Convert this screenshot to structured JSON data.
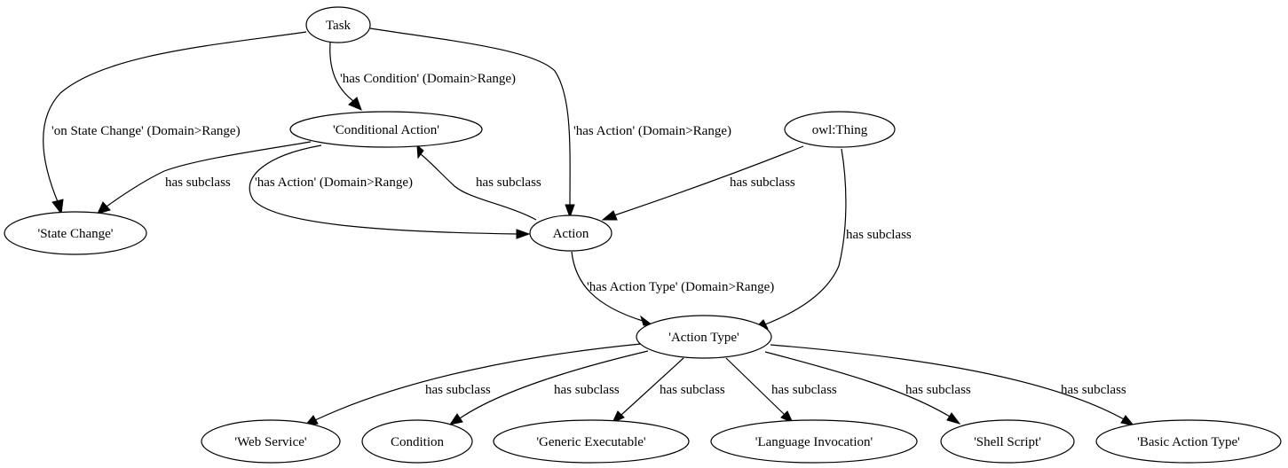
{
  "nodes": {
    "task": "Task",
    "conditional_action": "'Conditional Action'",
    "owl_thing": "owl:Thing",
    "state_change": "'State Change'",
    "action": "Action",
    "action_type": "'Action Type'",
    "web_service": "'Web Service'",
    "condition": "Condition",
    "generic_executable": "'Generic Executable'",
    "language_invocation": "'Language Invocation'",
    "shell_script": "'Shell Script'",
    "basic_action_type": "'Basic Action Type'"
  },
  "edges": {
    "task_state_change": "'on State Change' (Domain>Range)",
    "task_conditional_action": "'has Condition' (Domain>Range)",
    "task_action": "'has Action' (Domain>Range)",
    "conditional_action_state_change": "has subclass",
    "conditional_action_action": "'has Action' (Domain>Range)",
    "action_conditional_action": "has subclass",
    "owl_thing_action": "has subclass",
    "owl_thing_action_type": "has subclass",
    "action_action_type": "'has Action Type' (Domain>Range)",
    "action_type_web_service": "has subclass",
    "action_type_condition": "has subclass",
    "action_type_generic_executable": "has subclass",
    "action_type_language_invocation": "has subclass",
    "action_type_shell_script": "has subclass",
    "action_type_basic_action_type": "has subclass"
  }
}
